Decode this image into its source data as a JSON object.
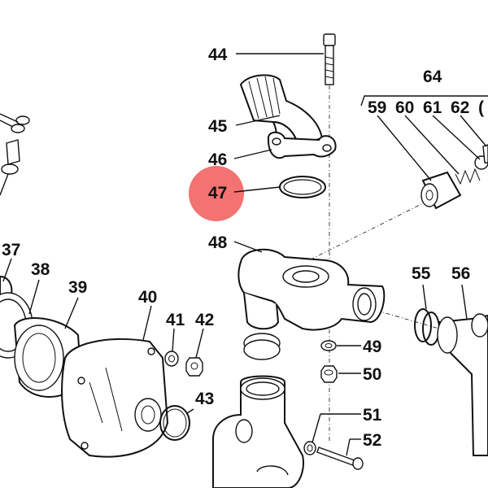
{
  "diagram": {
    "highlight_color": "#ee3b3b",
    "highlight_alpha": 0.72,
    "line_color": "#111111",
    "labels": {
      "p37": "37",
      "p38": "38",
      "p39": "39",
      "p40": "40",
      "p41": "41",
      "p42": "42",
      "p43": "43",
      "p44": "44",
      "p45": "45",
      "p46": "46",
      "p47": "47",
      "p48": "48",
      "p49": "49",
      "p50": "50",
      "p51": "51",
      "p52": "52",
      "p55": "55",
      "p56": "56",
      "p59": "59",
      "p60": "60",
      "p61": "61",
      "p62": "62",
      "p64": "64"
    },
    "highlighted_part": "47"
  }
}
